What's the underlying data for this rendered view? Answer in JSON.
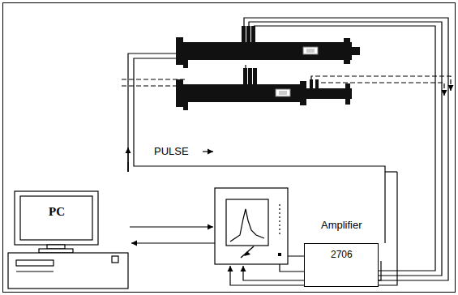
{
  "diagram": {
    "nodes": [
      {
        "text": [
          "PC"
        ]
      },
      {
        "text": [
          "Amplifier",
          "2706"
        ]
      }
    ],
    "labels": [
      "PULSE"
    ]
  }
}
